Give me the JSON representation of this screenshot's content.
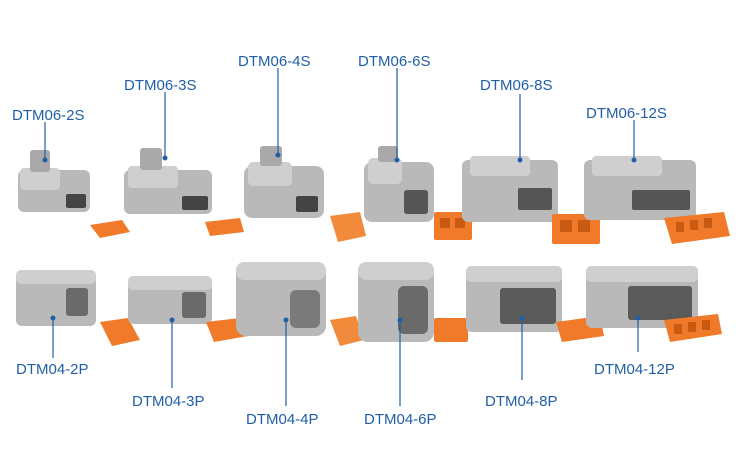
{
  "labels": {
    "dtm06_2s": "DTM06-2S",
    "dtm06_3s": "DTM06-3S",
    "dtm06_4s": "DTM06-4S",
    "dtm06_6s": "DTM06-6S",
    "dtm06_8s": "DTM06-8S",
    "dtm06_12s": "DTM06-12S",
    "dtm04_2p": "DTM04-2P",
    "dtm04_3p": "DTM04-3P",
    "dtm04_4p": "DTM04-4P",
    "dtm04_6p": "DTM04-6P",
    "dtm04_8p": "DTM04-8P",
    "dtm04_12p": "DTM04-12P"
  },
  "colors": {
    "label": "#1f5fa8",
    "leader": "#1f5fa8",
    "housing": "#b8b8b8",
    "housing_light": "#d2d2d2",
    "housing_dark": "#8e8e8e",
    "wedge": "#f07a2a",
    "wedge_dark": "#c85a12"
  }
}
